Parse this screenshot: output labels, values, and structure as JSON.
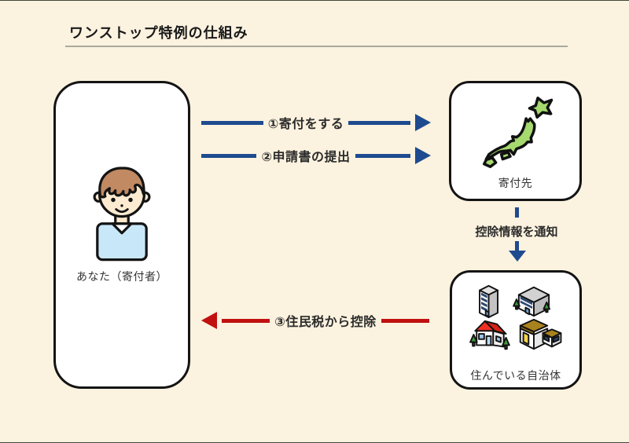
{
  "title": "ワンストップ特例の仕組み",
  "nodes": {
    "donor": {
      "label": "あなた（寄付者）"
    },
    "recipient": {
      "label": "寄付先"
    },
    "municipality": {
      "label": "住んでいる自治体"
    }
  },
  "arrows": {
    "donate": {
      "label": "①寄付をする",
      "direction": "right"
    },
    "apply": {
      "label": "②申請書の提出",
      "direction": "right"
    },
    "notify": {
      "label": "控除情報を通知",
      "direction": "down"
    },
    "deduct": {
      "label": "③住民税から控除",
      "direction": "left"
    }
  },
  "colors": {
    "page-bg": "#FBF2DF",
    "node-bg": "#FFFFFF",
    "node-border": "#141414",
    "arrow-blue": "#1E4B8F",
    "arrow-red": "#C11010",
    "title-ink": "#1A1A1A",
    "rule": "#A9A99B",
    "map-green": "#A6D96E"
  }
}
